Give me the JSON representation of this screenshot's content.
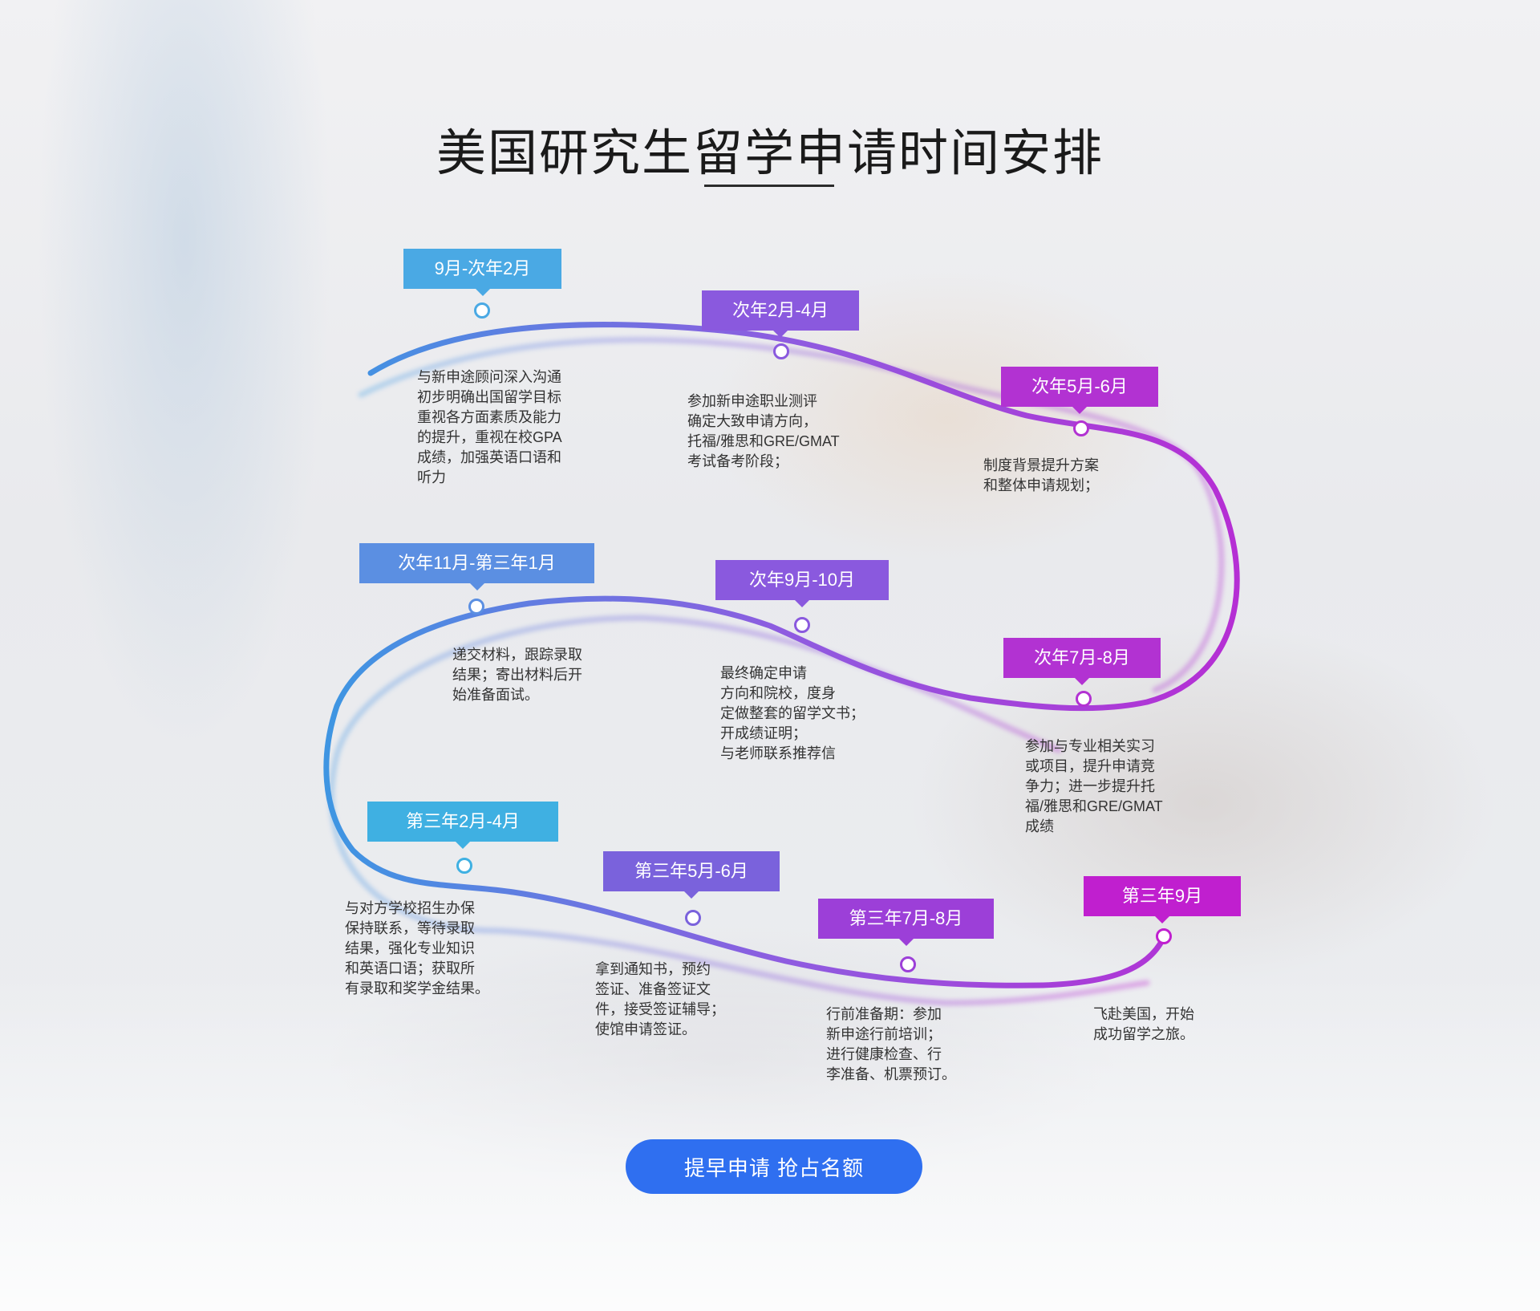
{
  "title": "美国研究生留学申请时间安排",
  "steps": [
    {
      "period": "9月-次年2月",
      "color": "#4aa9e4",
      "desc": "与新申途顾问深入沟通\n初步明确出国留学目标\n重视各方面素质及能力\n的提升，重视在校GPA\n成绩，加强英语口语和\n听力"
    },
    {
      "period": "次年2月-4月",
      "color": "#8a59de",
      "desc": "参加新申途职业测评\n确定大致申请方向，\n托福/雅思和GRE/GMAT\n考试备考阶段；"
    },
    {
      "period": "次年5月-6月",
      "color": "#b232d2",
      "desc": "制度背景提升方案\n和整体申请规划；"
    },
    {
      "period": "次年7月-8月",
      "color": "#b232d2",
      "desc": "参加与专业相关实习\n或项目，提升申请竞\n争力；进一步提升托\n福/雅思和GRE/GMAT\n成绩"
    },
    {
      "period": "次年9月-10月",
      "color": "#8a59de",
      "desc": "最终确定申请\n方向和院校，度身\n定做整套的留学文书；\n开成绩证明；\n与老师联系推荐信"
    },
    {
      "period": "次年11月-第三年1月",
      "color": "#5b8fe2",
      "desc": "递交材料，跟踪录取\n结果；寄出材料后开\n始准备面试。"
    },
    {
      "period": "第三年2月-4月",
      "color": "#3fb0e2",
      "desc": "与对方学校招生办保\n保持联系，等待录取\n结果，强化专业知识\n和英语口语；获取所\n有录取和奖学金结果。"
    },
    {
      "period": "第三年5月-6月",
      "color": "#7a62dc",
      "desc": "拿到通知书，预约\n签证、准备签证文\n件，接受签证辅导；\n使馆申请签证。"
    },
    {
      "period": "第三年7月-8月",
      "color": "#9c3fd8",
      "desc": "行前准备期：参加\n新申途行前培训；\n进行健康检查、行\n李准备、机票预订。"
    },
    {
      "period": "第三年9月",
      "color": "#c01fcf",
      "desc": "飞赴美国，开始\n成功留学之旅。"
    }
  ],
  "cta": {
    "label": "提早申请 抢占名额"
  }
}
